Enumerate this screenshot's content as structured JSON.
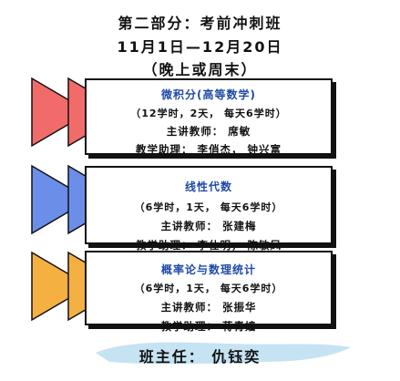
{
  "header": {
    "line1": "第二部分：考前冲刺班",
    "line2": "11月1日—12月20日",
    "line3": "（晚上或周末）"
  },
  "sections": [
    {
      "title": "微积分(高等数学)",
      "schedule": "（12学时，2天， 每天6学时）",
      "teacher": "主讲教师： 席敏",
      "assistant": "教学助理： 李俏杰， 钟兴富",
      "color": "#f26b6b"
    },
    {
      "title": "线性代数",
      "schedule": "（6学时，1天， 每天6学时）",
      "teacher": "主讲教师： 张建梅",
      "assistant": "教学助理： 李仕明， 陈敏凤",
      "color": "#6b8ee8"
    },
    {
      "title": "概率论与数理统计",
      "schedule": "（6学时，1天， 每天6学时）",
      "teacher": "主讲教师： 张振华",
      "assistant": "教学助理： 蒋青嫱",
      "color": "#f5b042"
    }
  ],
  "footer": {
    "text": "班主任： 仇钰奕",
    "brush_color": "#bfe0f2"
  }
}
